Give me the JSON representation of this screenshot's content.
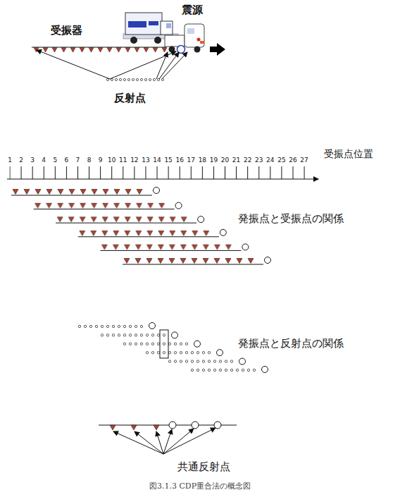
{
  "diagram": {
    "caption": "図3.1.3 CDP重合法の概念図",
    "labels": [
      "受振器",
      "震源",
      "反射点",
      "1",
      "2",
      "3",
      "4",
      "5",
      "6",
      "7",
      "8",
      "9",
      "10",
      "11",
      "12",
      "13",
      "14",
      "15",
      "16",
      "17",
      "18",
      "19",
      "20",
      "21",
      "22",
      "23",
      "24",
      "25",
      "26",
      "27",
      "受振点位置",
      "発振点と受振点の関係",
      "発振点と反射点の関係",
      "共通反射点"
    ]
  }
}
